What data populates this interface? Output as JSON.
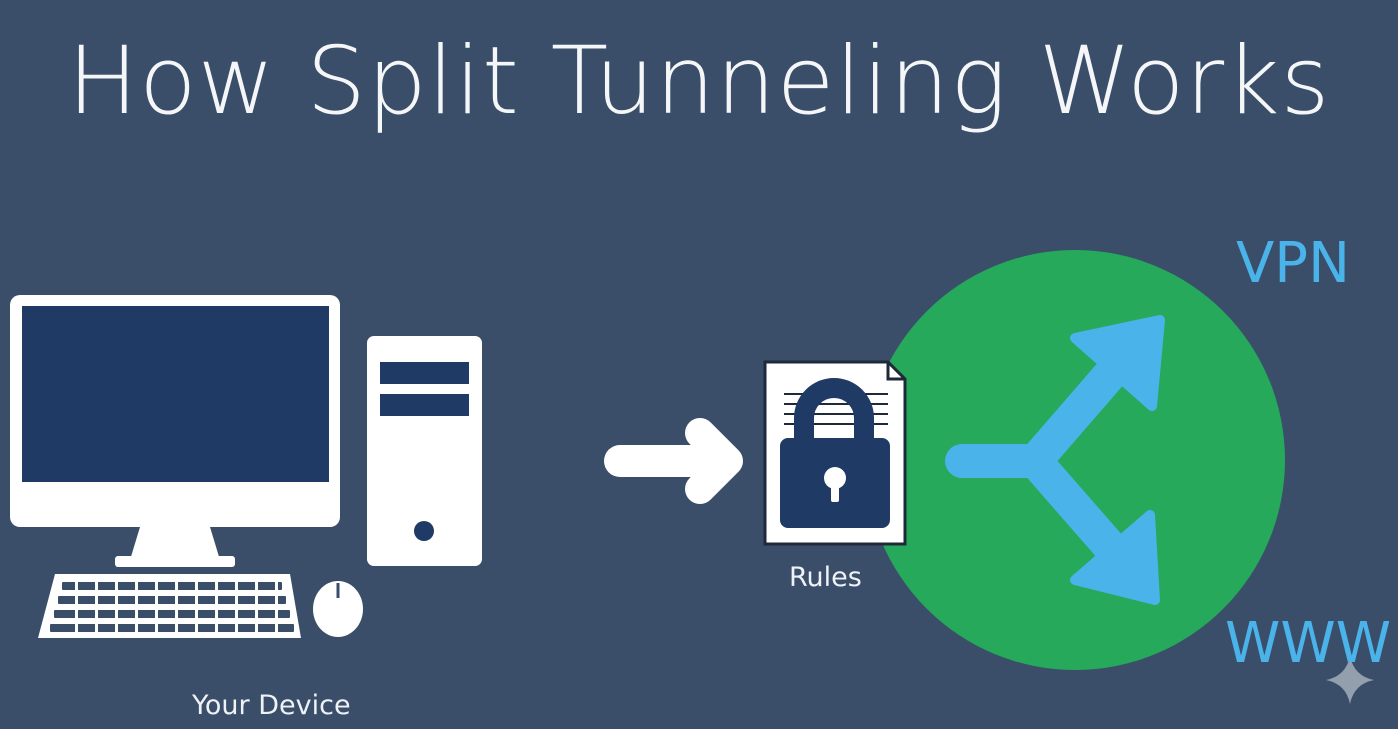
{
  "title": "How Split Tunneling Works",
  "device": {
    "label": "Your Device",
    "icon": "desktop-computer-icon"
  },
  "rules": {
    "label": "Rules",
    "icon": "lock-document-icon"
  },
  "router": {
    "icon": "split-arrow-icon",
    "color": "#26a95a",
    "arrow_color": "#4ab3ea"
  },
  "destinations": {
    "vpn": "VPN",
    "www": "WWW"
  },
  "colors": {
    "background": "#3a4e6a",
    "screen": "#1f3a64",
    "accent": "#4ab3ea",
    "green": "#26a95a"
  }
}
